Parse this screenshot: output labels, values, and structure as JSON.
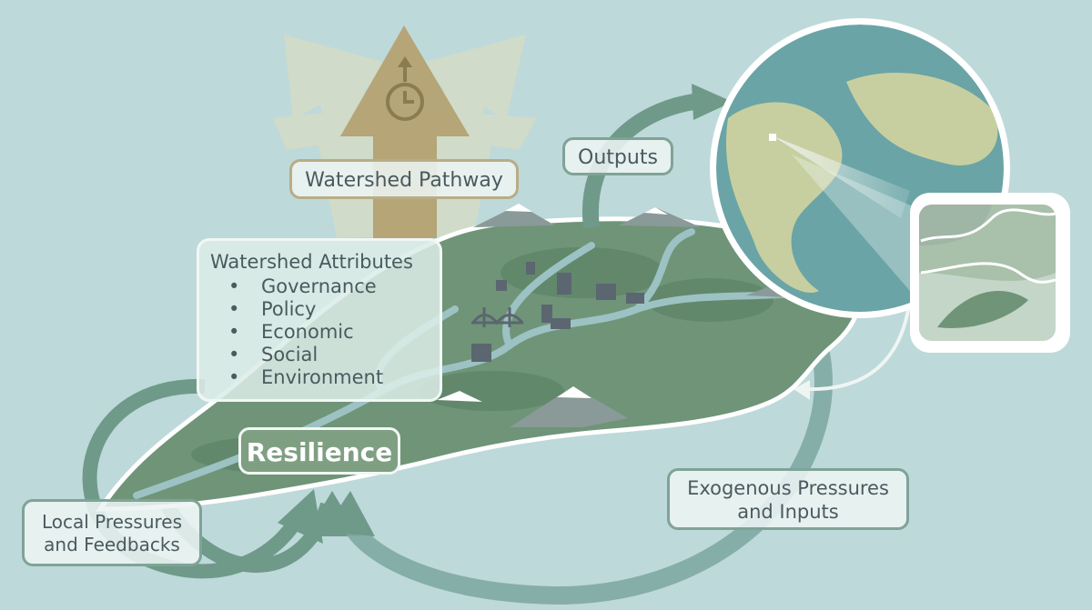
{
  "diagram": {
    "watershed_pathway_label": "Watershed Pathway",
    "outputs_label": "Outputs",
    "attributes": {
      "title": "Watershed Attributes",
      "items": [
        "Governance",
        "Policy",
        "Economic",
        "Social",
        "Environment"
      ]
    },
    "resilience_label": "Resilience",
    "local_pressures_label": [
      "Local Pressures",
      "and Feedbacks"
    ],
    "exogenous_pressures_label": [
      "Exogenous Pressures",
      "and Inputs"
    ],
    "icons": [
      "clock-icon",
      "globe-icon",
      "bridge-icon",
      "building-icon",
      "mountain-icon"
    ],
    "colors": {
      "background": "#bed9da",
      "land": "#6f9478",
      "river": "#9cc2c3",
      "ocean": "#6aa4a6",
      "continent": "#c7cfa0",
      "arrow": "#6f9a8a",
      "pathway_arrow": "#b5a577",
      "text": "#4a5a5e"
    }
  }
}
